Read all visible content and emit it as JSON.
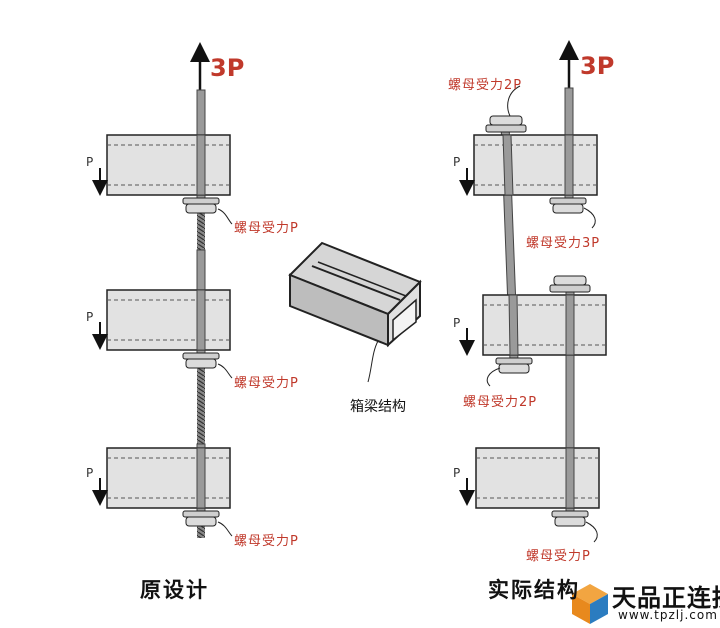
{
  "left": {
    "caption": "原设计",
    "top_force": "3P",
    "nut_labels": [
      "螺母受力P",
      "螺母受力P",
      "螺母受力P"
    ],
    "load_labels": [
      "P",
      "P",
      "P"
    ]
  },
  "center": {
    "caption": "箱梁结构"
  },
  "right": {
    "caption": "实际结构",
    "top_force": "3P",
    "nut_label_top": "螺母受力2P",
    "nut_label_1": "螺母受力3P",
    "nut_label_2": "螺母受力2P",
    "nut_label_3": "螺母受力P",
    "load_labels": [
      "P",
      "P",
      "P"
    ]
  },
  "watermark": {
    "name": "天品正连接",
    "url": "www.tpzlj.com"
  },
  "colors": {
    "label_red": "#c0392b",
    "box_fill": "#e2e2e2",
    "rod": "#8f8f8f",
    "logo_orange": "#e8891d",
    "logo_blue": "#2b7cc0"
  }
}
